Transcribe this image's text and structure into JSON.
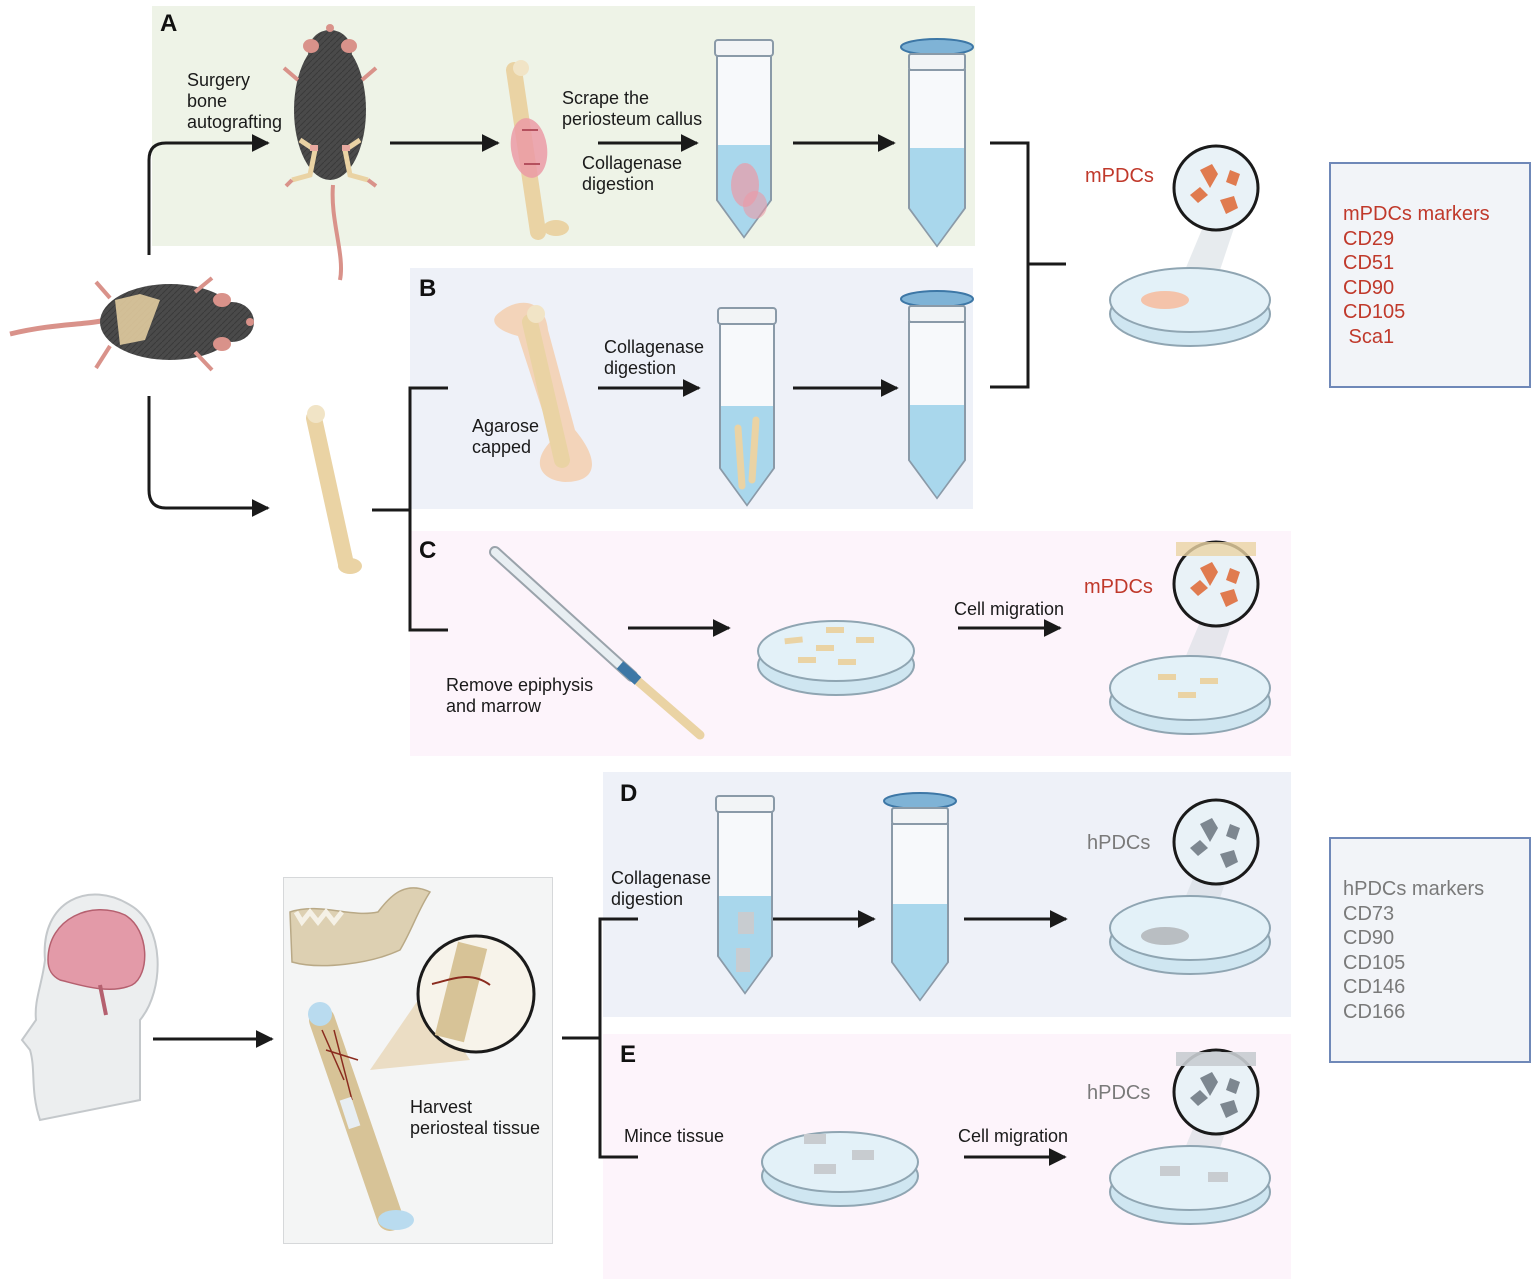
{
  "panels": {
    "A": "A",
    "B": "B",
    "C": "C",
    "D": "D",
    "E": "E"
  },
  "labels": {
    "surgery": "Surgery\nbone\nautografting",
    "scrape": "Scrape the\nperiosteum callus",
    "collagenase_a": "Collagenase\ndigestion",
    "collagenase_b": "Collagenase\ndigestion",
    "agarose": "Agarose\ncapped",
    "remove": "Remove epiphysis\nand marrow",
    "cell_migration_c": "Cell migration",
    "collagenase_d": "Collagenase\ndigestion",
    "harvest": "Harvest\nperiosteal tissue",
    "mince": "Mince tissue",
    "cell_migration_e": "Cell migration",
    "mpdcs_a": "mPDCs",
    "mpdcs_c": "mPDCs",
    "hpdcs_d": "hPDCs",
    "hpdcs_e": "hPDCs"
  },
  "mouse_markers": {
    "title": "mPDCs markers",
    "items": [
      "CD29",
      "CD51",
      "CD90",
      "CD105",
      " Sca1"
    ]
  },
  "human_markers": {
    "title": "hPDCs markers",
    "items": [
      "CD73",
      "CD90",
      "CD105",
      "CD146",
      "CD166"
    ]
  },
  "colors": {
    "panel_a": "#eef3e7",
    "panel_bd": "#eef1f8",
    "panel_ce": "#fdf4fb",
    "mouse_text": "#c0392b",
    "human_text": "#7a7a7a",
    "marker_border": "#6f88b8",
    "bone": "#ead3a4",
    "fluid": "#a9d7ec",
    "dish": "#d8ecf5",
    "mouse_cell": "#e07b4f",
    "human_cell": "#7d8790"
  }
}
